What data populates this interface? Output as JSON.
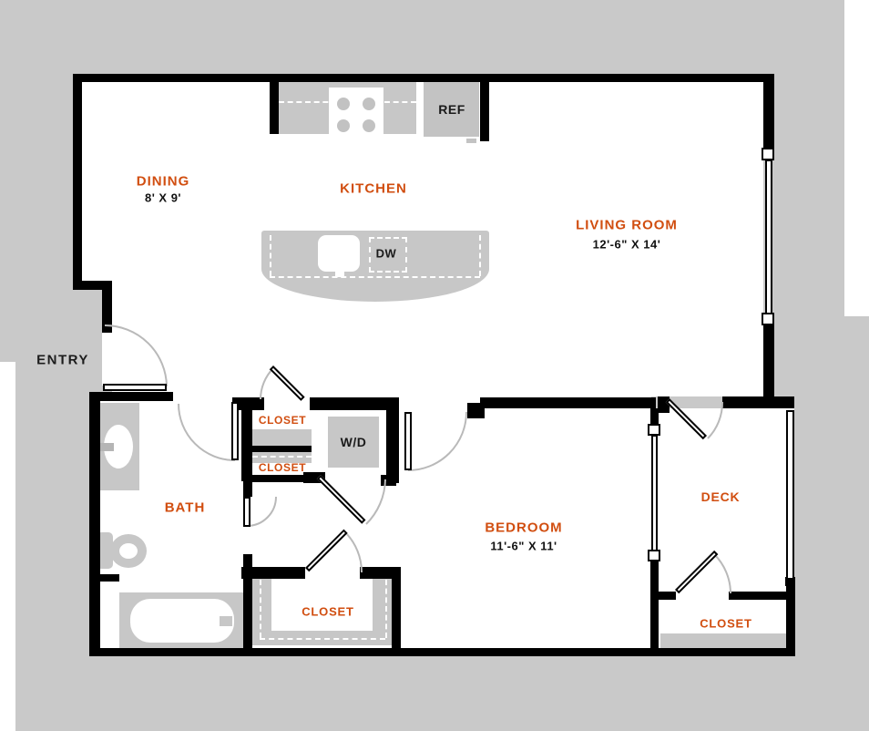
{
  "rooms": {
    "dining": {
      "label": "DINING",
      "dims": "8' X 9'"
    },
    "kitchen": {
      "label": "KITCHEN"
    },
    "living_room": {
      "label": "LIVING ROOM",
      "dims": "12'-6\" X 14'"
    },
    "entry": {
      "label": "ENTRY"
    },
    "bath": {
      "label": "BATH"
    },
    "bedroom": {
      "label": "BEDROOM",
      "dims": "11'-6\" X 11'"
    },
    "deck": {
      "label": "DECK"
    }
  },
  "closets": {
    "hall_upper": "CLOSET",
    "hall_lower": "CLOSET",
    "bedroom": "CLOSET",
    "deck": "CLOSET"
  },
  "appliances": {
    "refrigerator": "REF",
    "dishwasher": "DW",
    "washer_dryer": "W/D"
  },
  "colors": {
    "background": "#c9c9c9",
    "wall": "#000000",
    "accent_label": "#d14e10",
    "fixture_gray": "#c7c7c7",
    "door_arc": "#b9b9b9"
  }
}
